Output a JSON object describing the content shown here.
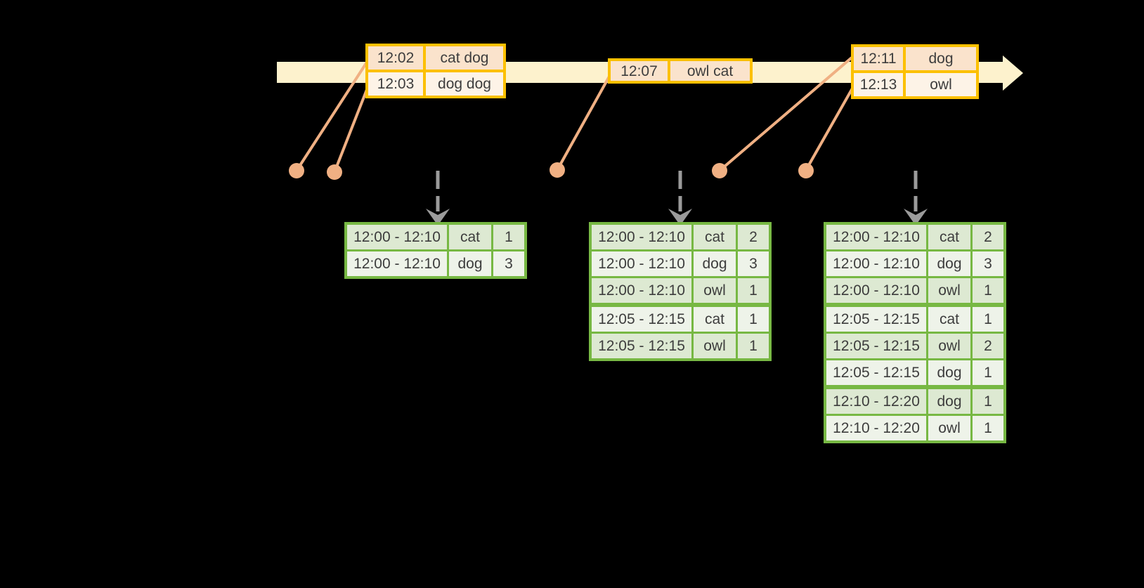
{
  "colors": {
    "background": "#000000",
    "timeline_fill": "#fdf2cd",
    "event_border": "#fcc000",
    "event_row_dark": "#fae3cc",
    "event_row_light": "#fdf3e7",
    "connector_orange": "#f0b083",
    "result_border": "#77b843",
    "result_row_dark": "#dde9d2",
    "result_row_light": "#eef3e9",
    "trigger_gray": "#9b9b9b",
    "text": "#3d3d3d"
  },
  "icons": {
    "timeline_arrow": "right-arrow",
    "event_dot": "circle-marker",
    "trigger_arrow": "dashed-down-arrow"
  },
  "event_tables": [
    {
      "rows": [
        {
          "time": "12:02",
          "words": "cat dog"
        },
        {
          "time": "12:03",
          "words": "dog dog"
        }
      ]
    },
    {
      "rows": [
        {
          "time": "12:07",
          "words": "owl cat"
        }
      ]
    },
    {
      "rows": [
        {
          "time": "12:11",
          "words": "dog"
        },
        {
          "time": "12:13",
          "words": "owl"
        }
      ]
    }
  ],
  "result_tables": [
    {
      "rows": [
        {
          "window": "12:00 - 12:10",
          "word": "cat",
          "count": "1"
        },
        {
          "window": "12:00 - 12:10",
          "word": "dog",
          "count": "3"
        }
      ]
    },
    {
      "rows": [
        {
          "window": "12:00 - 12:10",
          "word": "cat",
          "count": "2"
        },
        {
          "window": "12:00 - 12:10",
          "word": "dog",
          "count": "3"
        },
        {
          "window": "12:00 - 12:10",
          "word": "owl",
          "count": "1"
        },
        {
          "window": "12:05 - 12:15",
          "word": "cat",
          "count": "1"
        },
        {
          "window": "12:05 - 12:15",
          "word": "owl",
          "count": "1"
        }
      ]
    },
    {
      "rows": [
        {
          "window": "12:00 - 12:10",
          "word": "cat",
          "count": "2"
        },
        {
          "window": "12:00 - 12:10",
          "word": "dog",
          "count": "3"
        },
        {
          "window": "12:00 - 12:10",
          "word": "owl",
          "count": "1"
        },
        {
          "window": "12:05 - 12:15",
          "word": "cat",
          "count": "1"
        },
        {
          "window": "12:05 - 12:15",
          "word": "owl",
          "count": "2"
        },
        {
          "window": "12:05 - 12:15",
          "word": "dog",
          "count": "1"
        },
        {
          "window": "12:10 - 12:20",
          "word": "dog",
          "count": "1"
        },
        {
          "window": "12:10 - 12:20",
          "word": "owl",
          "count": "1"
        }
      ]
    }
  ]
}
